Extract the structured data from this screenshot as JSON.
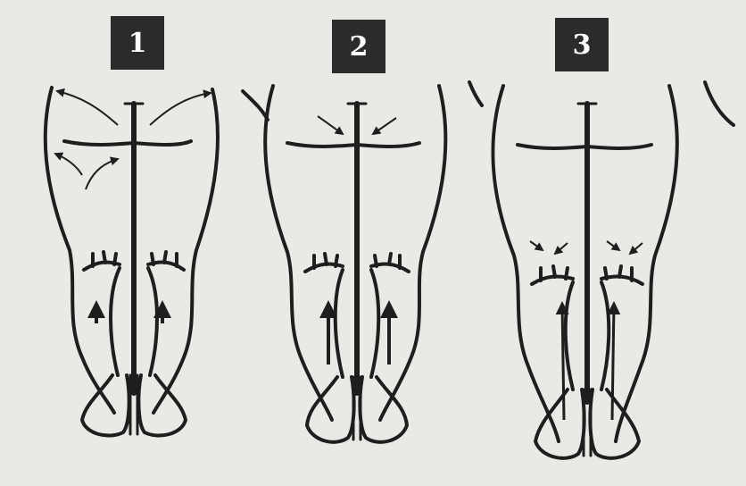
{
  "steps": [
    {
      "label": "1"
    },
    {
      "label": "2"
    },
    {
      "label": "3"
    }
  ],
  "colors": {
    "background": "#e9e9e6",
    "line": "#1e1e1e",
    "badge": "#2b2b2b",
    "badge_text": "#ffffff"
  },
  "icons": [
    "outward-arrow-icon",
    "inward-arrow-icon",
    "upward-arrow-icon"
  ]
}
